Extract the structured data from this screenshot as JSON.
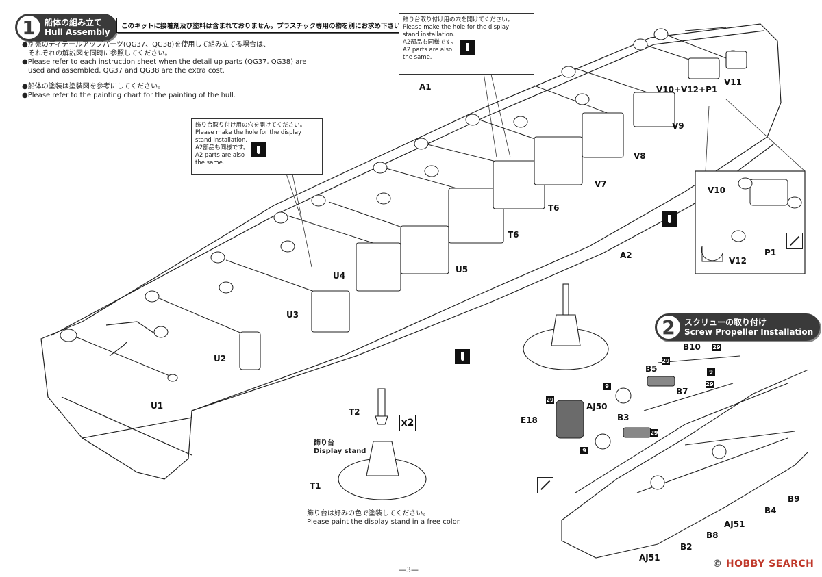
{
  "step1": {
    "number": "1",
    "title_jp": "船体の組み立て",
    "title_en": "Hull Assembly"
  },
  "notice_top": "このキットに接着剤及び塗料は含まれておりません。プラスチック専用の物を別にお求め下さい。",
  "notes": {
    "detail_jp_1": "●別売のディテールアップパーツ(QG37、QG38)を使用して組み立てる場合は、",
    "detail_jp_2": "それぞれの解説図を同時に参照してください。",
    "detail_en_1": "●Please refer to each instruction sheet when the detail up parts (QG37, QG38) are",
    "detail_en_2": "used and assembled. QG37 and QG38 are the extra cost.",
    "paint_jp": "●船体の塗装は塗装図を参考にしてください。",
    "paint_en": "●Please refer to the painting chart for the painting of the hull."
  },
  "callout": {
    "jp": "飾り台取り付け用の穴を開けてください。",
    "en_1": "Please make the hole for the display",
    "en_2": "stand installation.",
    "a2_jp": "A2部品も同様です。",
    "a2_en_1": "A2 parts are also",
    "a2_en_2": "the same."
  },
  "parts": {
    "A1": "A1",
    "A2": "A2",
    "U1": "U1",
    "U2": "U2",
    "U3": "U3",
    "U4": "U4",
    "U5": "U5",
    "T6a": "T6",
    "T6b": "T6",
    "V7": "V7",
    "V8": "V8",
    "V9": "V9",
    "V11": "V11",
    "V10P1": "V10+V12+P1",
    "V10": "V10",
    "V12": "V12",
    "P1": "P1",
    "T1": "T1",
    "T2": "T2"
  },
  "display_stand": {
    "jp": "飾り台",
    "en": "Display stand",
    "paint_jp": "飾り台は好みの色で塗装してください。",
    "paint_en": "Please paint the display stand in a free color.",
    "multiplier": "x2"
  },
  "step2": {
    "number": "2",
    "title_jp": "スクリューの取り付け",
    "title_en": "Screw Propeller Installation",
    "labels": {
      "B10": "B10",
      "B5": "B5",
      "B7": "B7",
      "B3": "B3",
      "AJ50": "AJ50",
      "E18": "E18",
      "B9": "B9",
      "B4": "B4",
      "AJ51a": "AJ51",
      "AJ51b": "AJ51",
      "B8": "B8",
      "B2": "B2"
    },
    "color_codes": {
      "c29": "29",
      "c9": "9"
    }
  },
  "page_number": "—3—",
  "watermark": {
    "brand": "HOBBY SEARCH",
    "mark": "©"
  }
}
